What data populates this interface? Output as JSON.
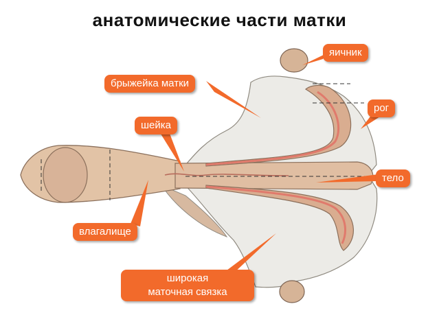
{
  "title": "анатомические части матки",
  "labels": {
    "ovary": "яичник",
    "mesometrium": "брыжейка матки",
    "cervix": "шейка",
    "horn": "рог",
    "body": "тело",
    "vagina": "влагалище",
    "broad_ligament_line1": "широкая",
    "broad_ligament_line2": "маточная связка"
  },
  "colors": {
    "callout": "#f26a2b",
    "tissue": "#d9b79b",
    "ligament": "#eeeeea",
    "lumen": "#e38b7d"
  }
}
